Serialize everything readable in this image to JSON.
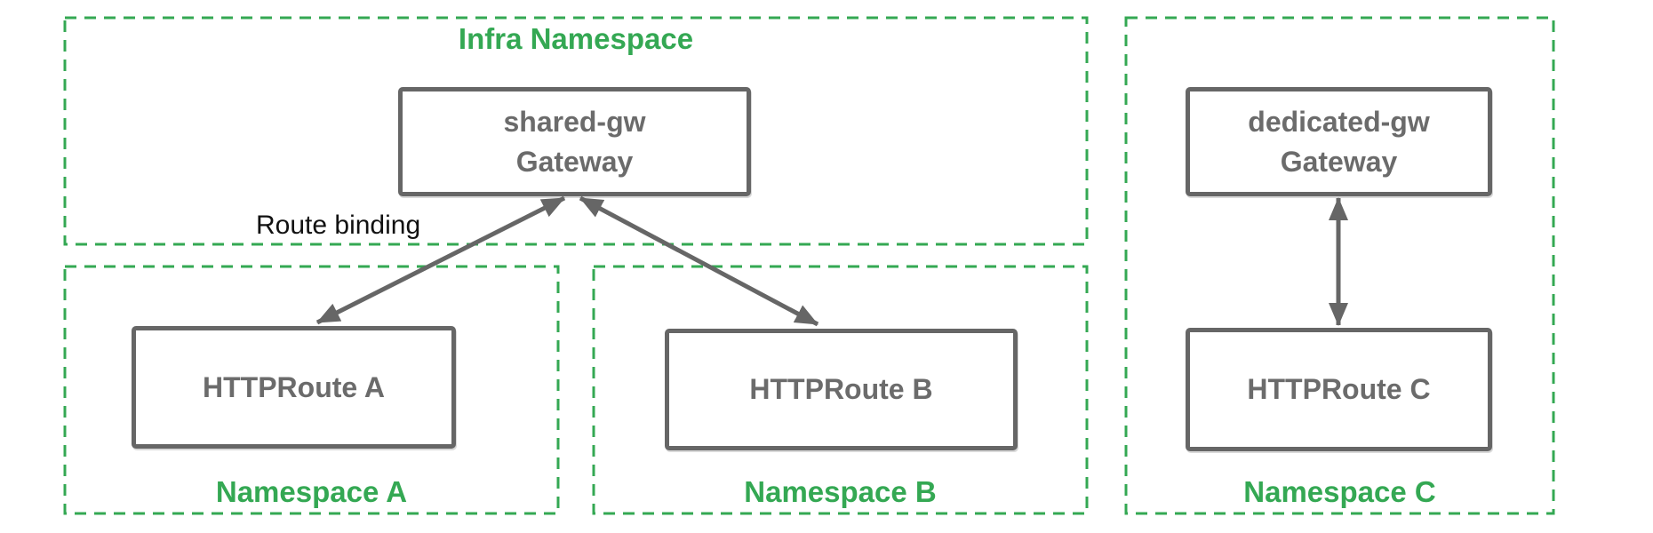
{
  "diagram": {
    "namespaces": {
      "infra": {
        "label": "Infra Namespace"
      },
      "a": {
        "label": "Namespace A"
      },
      "b": {
        "label": "Namespace B"
      },
      "c": {
        "label": "Namespace C"
      }
    },
    "nodes": {
      "shared_gw": {
        "name": "shared-gw",
        "kind": "Gateway"
      },
      "dedicated_gw": {
        "name": "dedicated-gw",
        "kind": "Gateway"
      },
      "route_a": {
        "label": "HTTPRoute A"
      },
      "route_b": {
        "label": "HTTPRoute B"
      },
      "route_c": {
        "label": "HTTPRoute C"
      }
    },
    "edges": {
      "label": "Route binding",
      "connections": [
        {
          "from": "HTTPRoute A",
          "to": "shared-gw Gateway",
          "bidirectional": true
        },
        {
          "from": "HTTPRoute B",
          "to": "shared-gw Gateway",
          "bidirectional": true
        },
        {
          "from": "HTTPRoute C",
          "to": "dedicated-gw Gateway",
          "bidirectional": true
        }
      ]
    },
    "colors": {
      "namespace_green": "#34a853",
      "node_border_gray": "#666666",
      "node_text_gray": "#6b6b6b",
      "edge_label_black": "#111111",
      "background": "#ffffff"
    }
  }
}
